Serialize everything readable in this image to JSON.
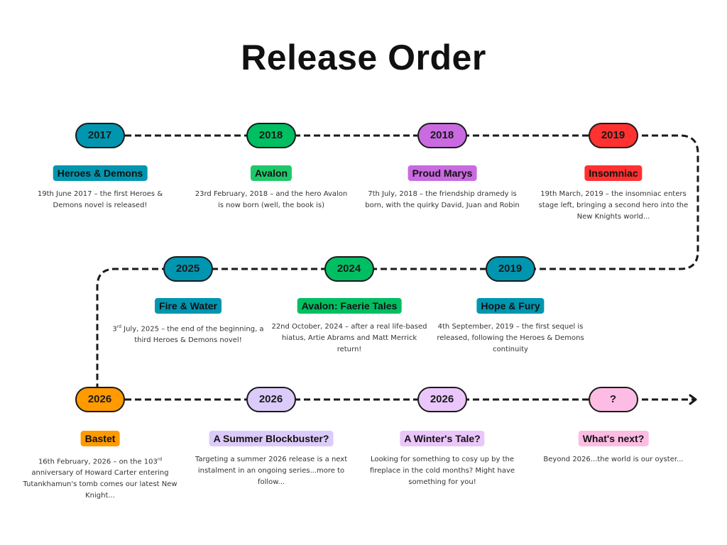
{
  "title": "Release Order",
  "colors": {
    "teal": "#0096b0",
    "green": "#00bf63",
    "purple": "#c96ae0",
    "red": "#ff3131",
    "orange": "#ff9a00",
    "lavender": "#dbcbfa",
    "lilac": "#eac6fb",
    "pink": "#fdbce4",
    "line": "#1a1a1a"
  },
  "events": [
    {
      "year": "2017",
      "name": "Heroes & Demons",
      "color": "#0096b0",
      "label_color": "#0096b0",
      "desc": "19th June 2017 – the first Heroes & Demons novel is released!"
    },
    {
      "year": "2018",
      "name": "Avalon",
      "color": "#00bf63",
      "label_color": "#1ec86a",
      "desc": "23rd February, 2018 – and the hero Avalon is now born (well, the book is)"
    },
    {
      "year": "2018",
      "name": "Proud Marys",
      "color": "#c96ae0",
      "label_color": "#c96ae0",
      "desc": "7th July, 2018 – the friendship dramedy is born, with the quirky David, Juan and Robin"
    },
    {
      "year": "2019",
      "name": "Insomniac",
      "color": "#ff3131",
      "label_color": "#ff3131",
      "desc": "19th March, 2019 – the insomniac enters stage left, bringing a second hero into the New Knights world..."
    },
    {
      "year": "2019",
      "name": "Hope & Fury",
      "color": "#0096b0",
      "label_color": "#0096b0",
      "desc": "4th September, 2019 – the first sequel is released, following the Heroes & Demons continuity"
    },
    {
      "year": "2024",
      "name": "Avalon: Faerie Tales",
      "color": "#00bf63",
      "label_color": "#00bf63",
      "desc": "22nd October, 2024 – after a real life-based hiatus, Artie Abrams and Matt Merrick return!"
    },
    {
      "year": "2025",
      "name": "Fire & Water",
      "color": "#0096b0",
      "label_color": "#0096b0",
      "desc_prefix": "3",
      "desc_sup": "rd",
      "desc": " July, 2025 – the end of the beginning, a third Heroes & Demons novel!"
    },
    {
      "year": "2026",
      "name": "Bastet",
      "color": "#ff9a00",
      "label_color": "#ff9a00",
      "desc_prefix": "16th February, 2026 – on the 103",
      "desc_sup": "rd",
      "desc": " anniversary of Howard Carter entering Tutankhamun's tomb comes our latest New Knight..."
    },
    {
      "year": "2026",
      "name": "A Summer Blockbuster?",
      "color": "#dbcbfa",
      "label_color": "#dbcbfa",
      "desc": "Targeting a summer 2026 release is a next instalment in an ongoing series...more to follow..."
    },
    {
      "year": "2026",
      "name": "A Winter's Tale?",
      "color": "#eac6fb",
      "label_color": "#eac6fb",
      "desc": "Looking for something to cosy up by the fireplace in the cold months? Might have something for you!"
    },
    {
      "year": "?",
      "name": "What's next?",
      "color": "#fdbce4",
      "label_color": "#fdbce4",
      "desc": "Beyond 2026...the world is our oyster..."
    }
  ]
}
